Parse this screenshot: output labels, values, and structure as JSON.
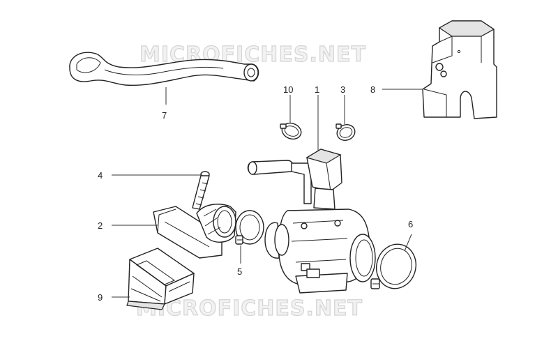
{
  "watermark": "MICROFICHES.NET",
  "callouts": {
    "c1": "1",
    "c2": "2",
    "c3": "3",
    "c4": "4",
    "c5": "5",
    "c6": "6",
    "c7": "7",
    "c8": "8",
    "c9": "9",
    "c10": "10"
  }
}
